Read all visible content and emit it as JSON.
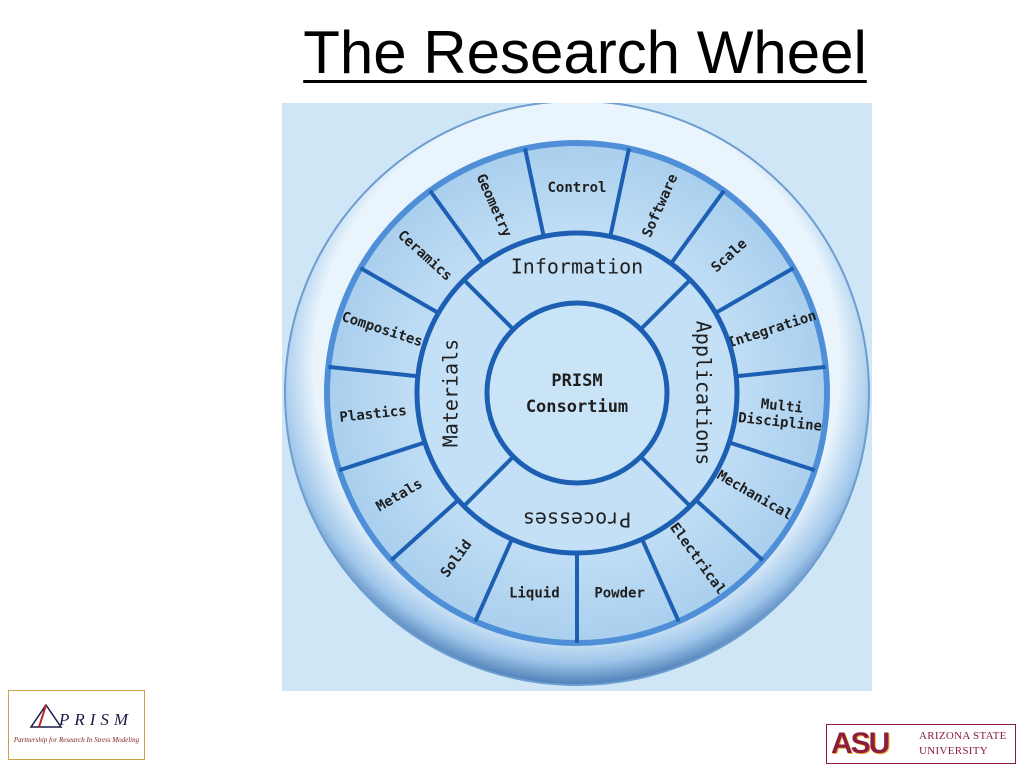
{
  "title": "The Research Wheel",
  "wheel": {
    "center": [
      "PRISM",
      "Consortium"
    ],
    "rings": [
      "Information",
      "Applications",
      "Processes",
      "Materials"
    ],
    "segments": [
      "Control",
      "Software",
      "Scale",
      "Integration",
      "Multi Discipline",
      "Mechanical",
      "Electrical",
      "Powder",
      "Liquid",
      "Solid",
      "Metals",
      "Plastics",
      "Composites",
      "Ceramics",
      "Geometry"
    ]
  },
  "logos": {
    "prism_name": "PRISM",
    "prism_tagline": "Partnership for Research In Stress Modeling",
    "asu_mark": "ASU",
    "asu_line1": "ARIZONA STATE",
    "asu_line2": "UNIVERSITY"
  },
  "colors": {
    "segment_fill": "#b8d9f3",
    "divider": "#1d5fb3",
    "outer_rim": "#4f8fd8",
    "panel_bg": "#cfe6f7"
  }
}
